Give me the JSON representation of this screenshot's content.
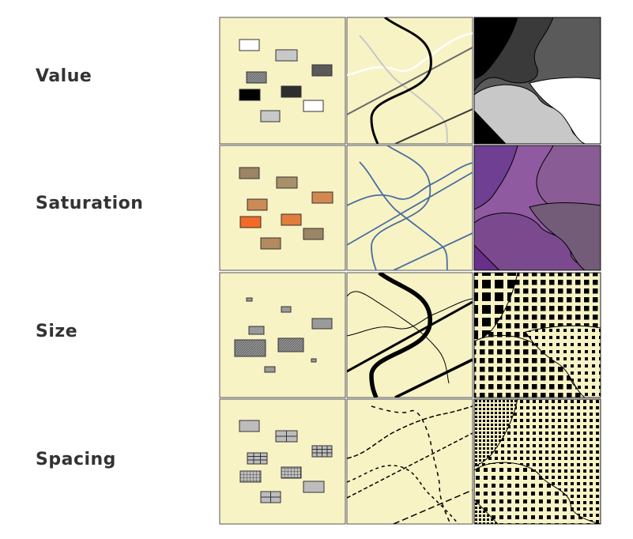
{
  "rows": [
    {
      "key": "value",
      "label": "Value"
    },
    {
      "key": "saturation",
      "label": "Saturation"
    },
    {
      "key": "size",
      "label": "Size"
    },
    {
      "key": "spacing",
      "label": "Spacing"
    }
  ],
  "columns": [
    "point",
    "line",
    "area"
  ],
  "colors": {
    "panel_bg": "#f7f3c5",
    "panel_border": "#555555",
    "value_grays": [
      "#ffffff",
      "#c8c8c8",
      "#8a8a8a",
      "#5a5a5a",
      "#2e2e2e",
      "#000000"
    ],
    "saturation_browns": [
      "#9b8565",
      "#b3895f",
      "#cc8a55",
      "#e27e3d",
      "#f26a26"
    ],
    "saturation_purples": [
      "#8f5aa0",
      "#6e3f92",
      "#7b4a8e",
      "#735c78",
      "#7d5f87"
    ],
    "line_blue": "#4a6da0"
  }
}
